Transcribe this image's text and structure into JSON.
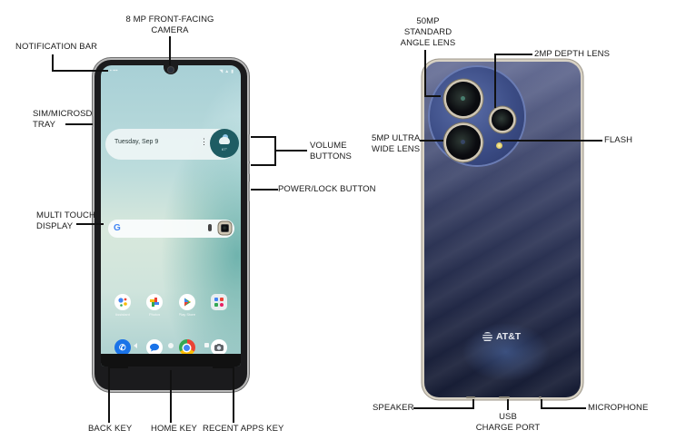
{
  "diagram": {
    "front": {
      "screen": {
        "widget": {
          "date": "Tuesday, Sep 9",
          "menu_icon": "⋮",
          "weather_temp": "67°"
        },
        "search": {
          "google_logo": "G"
        },
        "apps_row1": [
          {
            "name": "Assistant",
            "icon": "assistant-icon"
          },
          {
            "name": "Photos",
            "icon": "photos-icon"
          },
          {
            "name": "Play Store",
            "icon": "play-store-icon"
          },
          {
            "name": "",
            "icon": "folder-icon"
          }
        ],
        "apps_dock": [
          {
            "name": "Phone",
            "icon": "phone-icon"
          },
          {
            "name": "Messages",
            "icon": "messages-icon"
          },
          {
            "name": "Chrome",
            "icon": "chrome-icon"
          },
          {
            "name": "Camera",
            "icon": "camera-icon"
          }
        ]
      },
      "labels": {
        "front_camera_l1": "8 MP FRONT-FACING",
        "front_camera_l2": "CAMERA",
        "notification_bar": "NOTIFICATION BAR",
        "sim_tray_l1": "SIM/MICROSD",
        "sim_tray_l2": "TRAY",
        "volume_l1": "VOLUME",
        "volume_l2": "BUTTONS",
        "power": "POWER/LOCK BUTTON",
        "display_l1": "MULTI TOUCH",
        "display_l2": "DISPLAY",
        "back_key": "BACK KEY",
        "home_key": "HOME KEY",
        "recent_apps_key": "RECENT APPS KEY"
      }
    },
    "back": {
      "brand": "AT&T",
      "labels": {
        "main_lens_l1": "50MP",
        "main_lens_l2": "STANDARD",
        "main_lens_l3": "ANGLE LENS",
        "depth_lens": "2MP DEPTH LENS",
        "ultra_wide_l1": "5MP ULTRA",
        "ultra_wide_l2": "WIDE LENS",
        "flash": "FLASH",
        "speaker": "SPEAKER",
        "usb_l1": "USB",
        "usb_l2": "CHARGE PORT",
        "microphone": "MICROPHONE"
      }
    },
    "colors": {
      "back_panel": "#2a3152",
      "frame": "#d8d2c4",
      "camera_ring": "#3c4d86",
      "screen_wallpaper": "#a8d0d6",
      "leader_lines": "#111111"
    }
  }
}
